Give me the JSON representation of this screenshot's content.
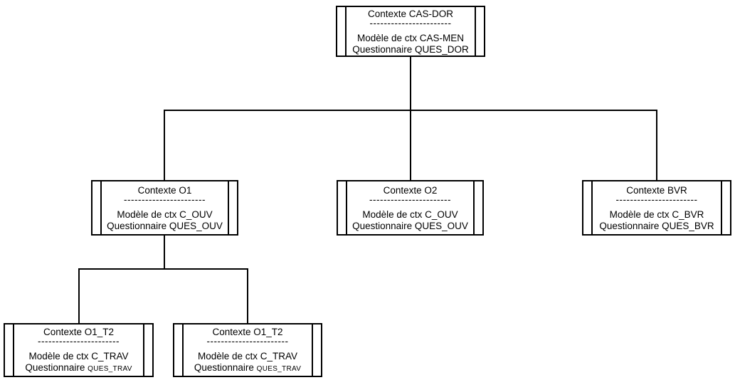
{
  "diagram": {
    "background_color": "#ffffff",
    "line_color": "#000000",
    "nodes": [
      {
        "title": "Contexte CAS-DOR",
        "separator": "-----------------------",
        "model_line": "Modèle de ctx CAS-MEN",
        "questionnaire_prefix": "Questionnaire ",
        "questionnaire_code": "QUES_DOR"
      },
      {
        "title": "Contexte O1",
        "separator": "-----------------------",
        "model_line": "Modèle de ctx C_OUV",
        "questionnaire_prefix": "Questionnaire ",
        "questionnaire_code": "QUES_OUV"
      },
      {
        "title": "Contexte O2",
        "separator": "-----------------------",
        "model_line": "Modèle de ctx C_OUV",
        "questionnaire_prefix": "Questionnaire ",
        "questionnaire_code": "QUES_OUV"
      },
      {
        "title": "Contexte BVR",
        "separator": "-----------------------",
        "model_line": "Modèle de ctx C_BVR",
        "questionnaire_prefix": "Questionnaire ",
        "questionnaire_code": "QUES_BVR"
      },
      {
        "title": "Contexte O1_T2",
        "separator": "-----------------------",
        "model_line": "Modèle de ctx C_TRAV",
        "questionnaire_prefix": "Questionnaire ",
        "questionnaire_code": "QUES_TRAV"
      },
      {
        "title": "Contexte O1_T2",
        "separator": "-----------------------",
        "model_line": "Modèle de ctx C_TRAV",
        "questionnaire_prefix": "Questionnaire ",
        "questionnaire_code": "QUES_TRAV"
      }
    ]
  }
}
